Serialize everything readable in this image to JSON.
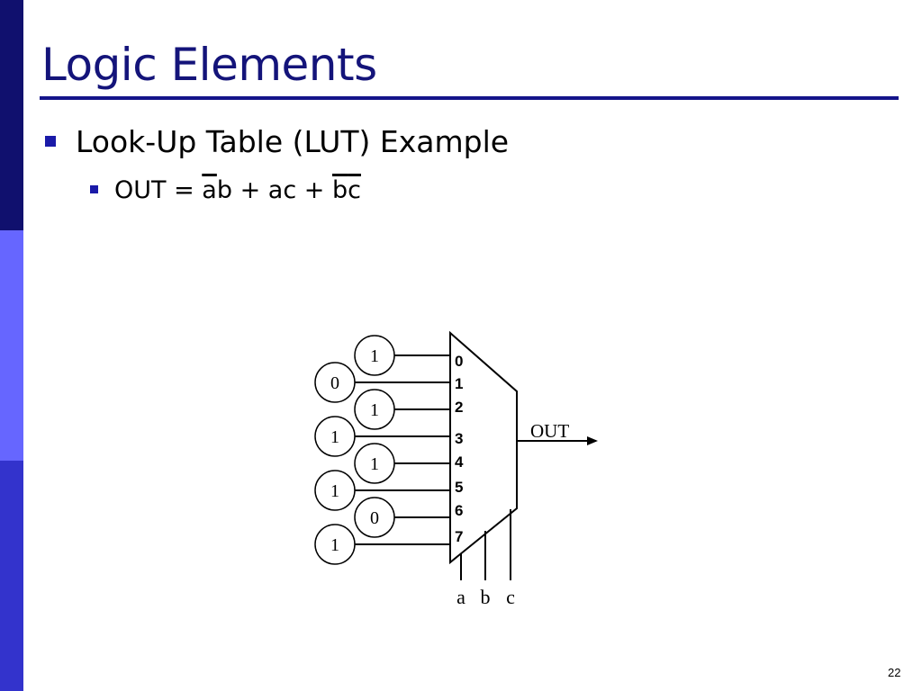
{
  "slide": {
    "title": "Logic Elements",
    "page_number": "22",
    "colors": {
      "title": "#14147a",
      "rule": "#14148a",
      "bullet": "#1a1aa8",
      "bar_top": "#10106e",
      "bar_mid": "#6666ff",
      "bar_bottom": "#3333cc"
    }
  },
  "bullets": {
    "level1": "Look-Up Table (LUT) Example",
    "level2": {
      "prefix": "OUT = ",
      "t1_bar": "a",
      "t1_rest": "b + ac + ",
      "t3_bar1": "b",
      "t3_bar2": "c"
    }
  },
  "diagram": {
    "inputs": [
      {
        "index": "0",
        "value": "1"
      },
      {
        "index": "1",
        "value": "0"
      },
      {
        "index": "2",
        "value": "1"
      },
      {
        "index": "3",
        "value": "1"
      },
      {
        "index": "4",
        "value": "1"
      },
      {
        "index": "5",
        "value": "1"
      },
      {
        "index": "6",
        "value": "0"
      },
      {
        "index": "7",
        "value": "1"
      }
    ],
    "select_labels": [
      "a",
      "b",
      "c"
    ],
    "output_label": "OUT"
  }
}
